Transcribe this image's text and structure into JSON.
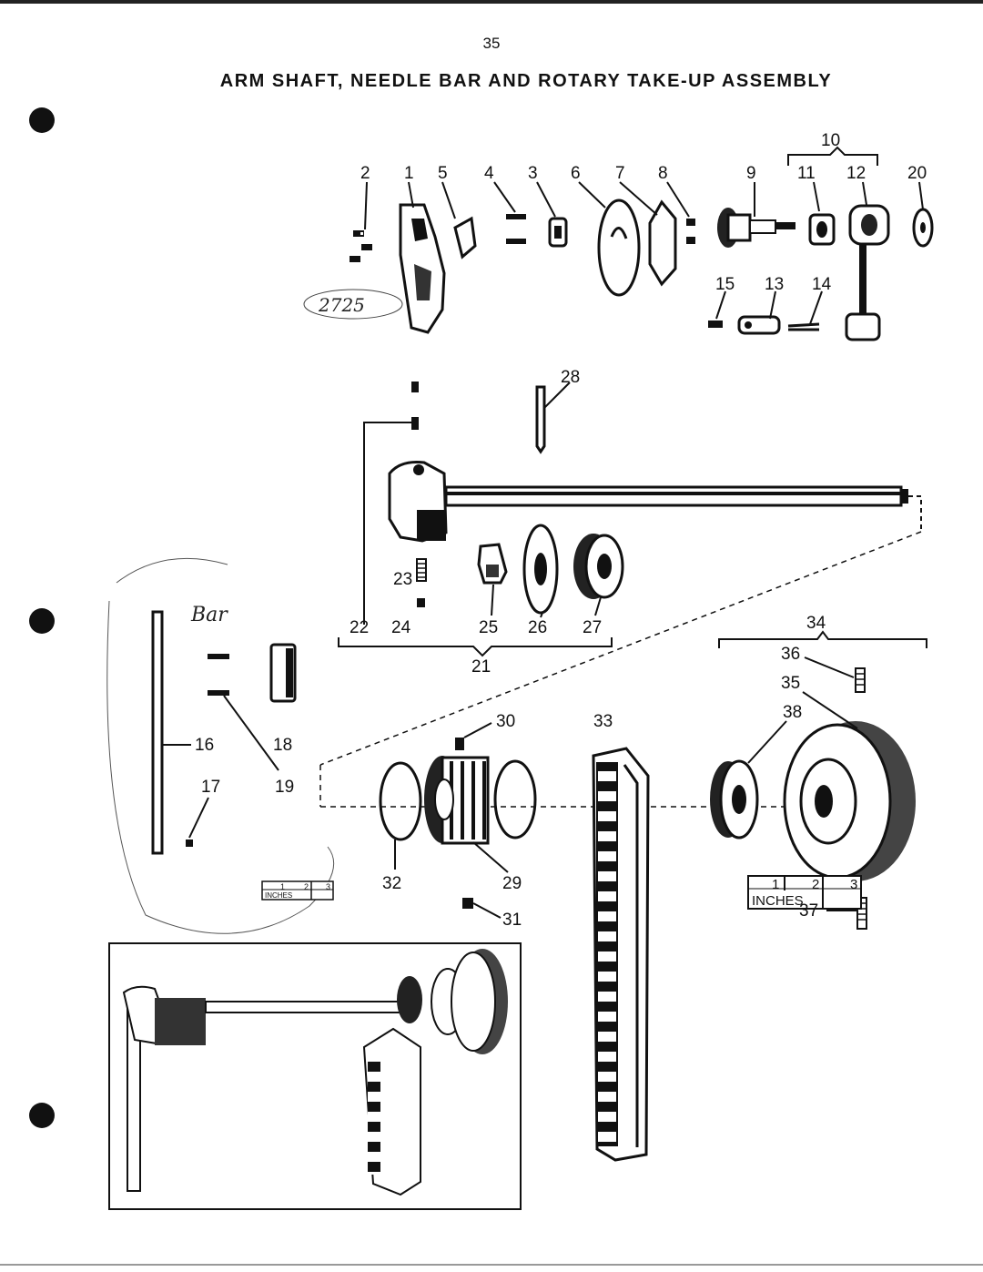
{
  "page": {
    "number": "35",
    "title": "ARM SHAFT, NEEDLE BAR AND ROTARY TAKE-UP ASSEMBLY"
  },
  "callouts": {
    "c1": "1",
    "c2": "2",
    "c3": "3",
    "c4": "4",
    "c5": "5",
    "c6": "6",
    "c7": "7",
    "c8": "8",
    "c9": "9",
    "c10": "10",
    "c11": "11",
    "c12": "12",
    "c13": "13",
    "c14": "14",
    "c15": "15",
    "c16": "16",
    "c17": "17",
    "c18": "18",
    "c19": "19",
    "c20": "20",
    "c21": "21",
    "c22": "22",
    "c23": "23",
    "c24": "24",
    "c25": "25",
    "c26": "26",
    "c27": "27",
    "c28": "28",
    "c29": "29",
    "c30": "30",
    "c31": "31",
    "c32": "32",
    "c33": "33",
    "c34": "34",
    "c35": "35",
    "c36": "36",
    "c37": "37",
    "c38": "38"
  },
  "scale_large": {
    "marks": [
      "1",
      "2",
      "3"
    ],
    "unit": "INCHES"
  },
  "scale_small": {
    "marks": [
      "1",
      "2",
      "3"
    ],
    "unit": "INCHES"
  },
  "handwriting": {
    "note1": "2725",
    "note2": "Bar"
  },
  "colors": {
    "ink": "#111111",
    "paper": "#ffffff"
  }
}
